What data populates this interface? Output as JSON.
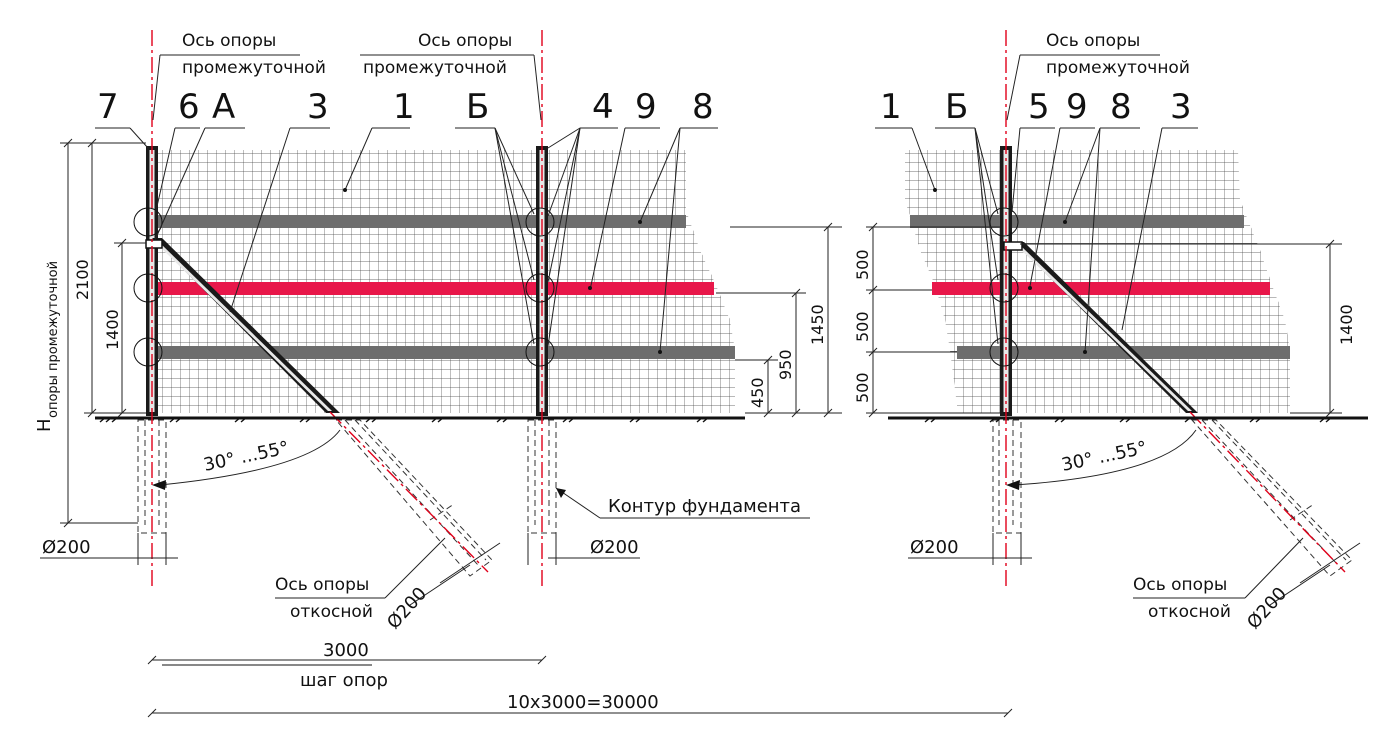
{
  "labels": {
    "axis_intermediate_line1": "Ось опоры",
    "axis_intermediate_line2": "промежуточной",
    "axis_brace_line1": "Ось опоры",
    "axis_brace_line2": "откосной",
    "foundation_contour": "Контур фундамента",
    "post_height_H": "H",
    "post_height_sub": "опоры промежуточной",
    "angle": "30° ...55°",
    "diameter": "Ø200",
    "post_spacing_value": "3000",
    "post_spacing_label": "шаг опор",
    "total_length": "10x3000=30000"
  },
  "left_view": {
    "callouts": [
      "7",
      "6",
      "А",
      "3",
      "1",
      "Б",
      "4",
      "9",
      "8"
    ],
    "dims_vertical_left": [
      "2100",
      "1400"
    ],
    "dims_vertical_right": [
      "1450",
      "950",
      "450"
    ]
  },
  "right_view": {
    "callouts": [
      "1",
      "Б",
      "5",
      "9",
      "8",
      "3"
    ],
    "dims_vertical_left": [
      "500",
      "500",
      "500"
    ],
    "dims_vertical_right": [
      "1400"
    ]
  },
  "colors": {
    "red_band": "#e8174a",
    "gray_band": "#6e6e6e",
    "axis_line": "#e0001a",
    "mesh": "#444444"
  }
}
